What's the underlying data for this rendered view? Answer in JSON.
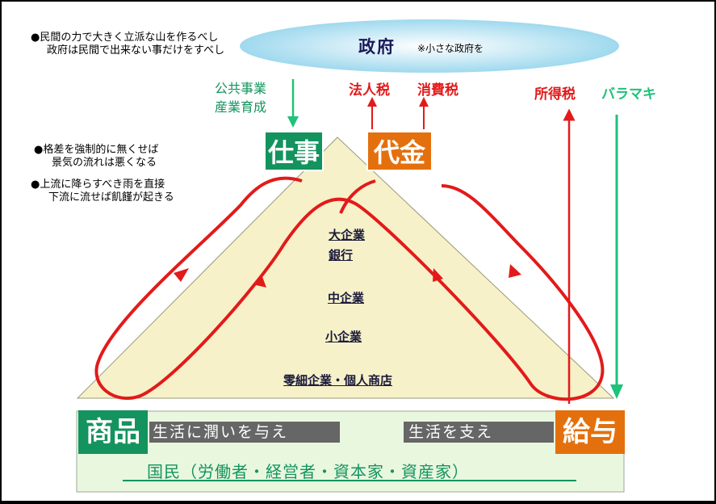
{
  "government": {
    "label": "政府",
    "note": "※小さな政府を"
  },
  "notes": {
    "top": [
      "●民間の力で大きく立派な山を作るべし",
      "政府は民間で出来ない事だけをすべし"
    ],
    "middle1": [
      "●格差を強制的に無くせば",
      "景気の流れは悪くなる"
    ],
    "middle2": [
      "●上流に降らすべき雨を直接",
      "下流に流せば飢饉が起きる"
    ]
  },
  "public_works": [
    "公共事業",
    "産業育成"
  ],
  "taxes": {
    "corporate": "法人税",
    "consumption": "消費税",
    "income": "所得税"
  },
  "handout": "バラマキ",
  "boxes": {
    "work": "仕事",
    "payment": "代金",
    "goods": "商品",
    "wage": "給与"
  },
  "tiers": [
    "大企業",
    "銀行",
    "中企業",
    "小企業",
    "零細企業・個人商店"
  ],
  "bars": {
    "left": "生活に潤いを与え",
    "right": "生活を支え"
  },
  "citizens": "国民（労働者・経営者・資本家・資産家）",
  "colors": {
    "red": "#e31a1a",
    "green": "#1ec27a",
    "box_green": "#13935e",
    "box_orange": "#e4700d",
    "pyramid": "#f7f1c9",
    "base_green": "#e9f7df",
    "oval": "#bfe6f2"
  }
}
